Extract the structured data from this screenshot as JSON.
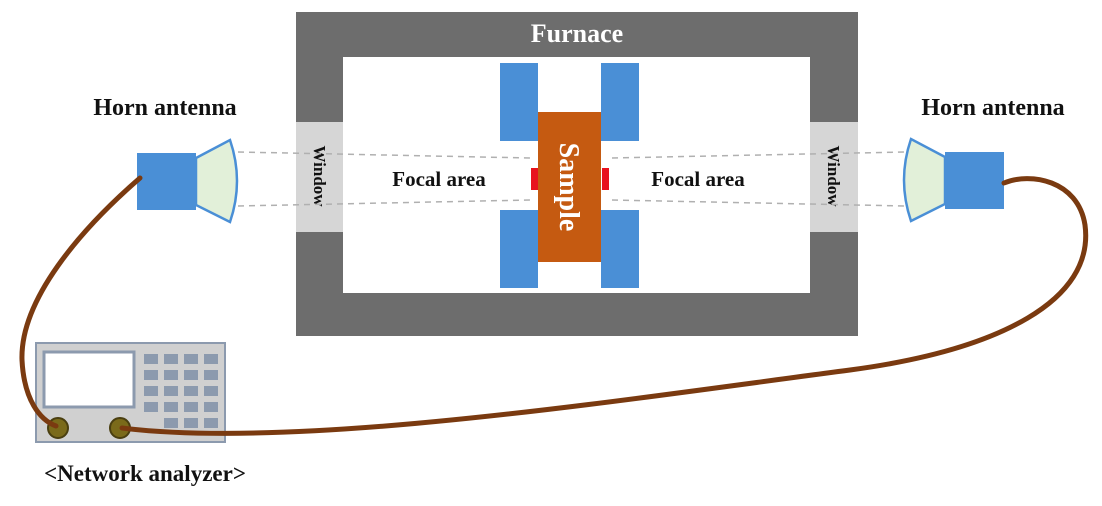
{
  "labels": {
    "furnace": "Furnace",
    "horn_left": "Horn antenna",
    "horn_right": "Horn antenna",
    "window_left": "Window",
    "window_right": "Window",
    "focal_left": "Focal area",
    "focal_right": "Focal area",
    "sample": "Sample",
    "network_analyzer": "<Network analyzer>"
  },
  "colors": {
    "furnace_wall": "#6d6d6d",
    "window": "#d6d6d6",
    "blue_block": "#4a8fd6",
    "sample": "#c55a11",
    "focal_marker": "#e8121e",
    "horn_flare": "#e2f0d9",
    "cable": "#7a3a10",
    "analyzer_body": "#d0d0d0",
    "analyzer_screen": "#ffffff",
    "analyzer_keys": "#8c9aae",
    "analyzer_knob": "#7a6a1a"
  }
}
